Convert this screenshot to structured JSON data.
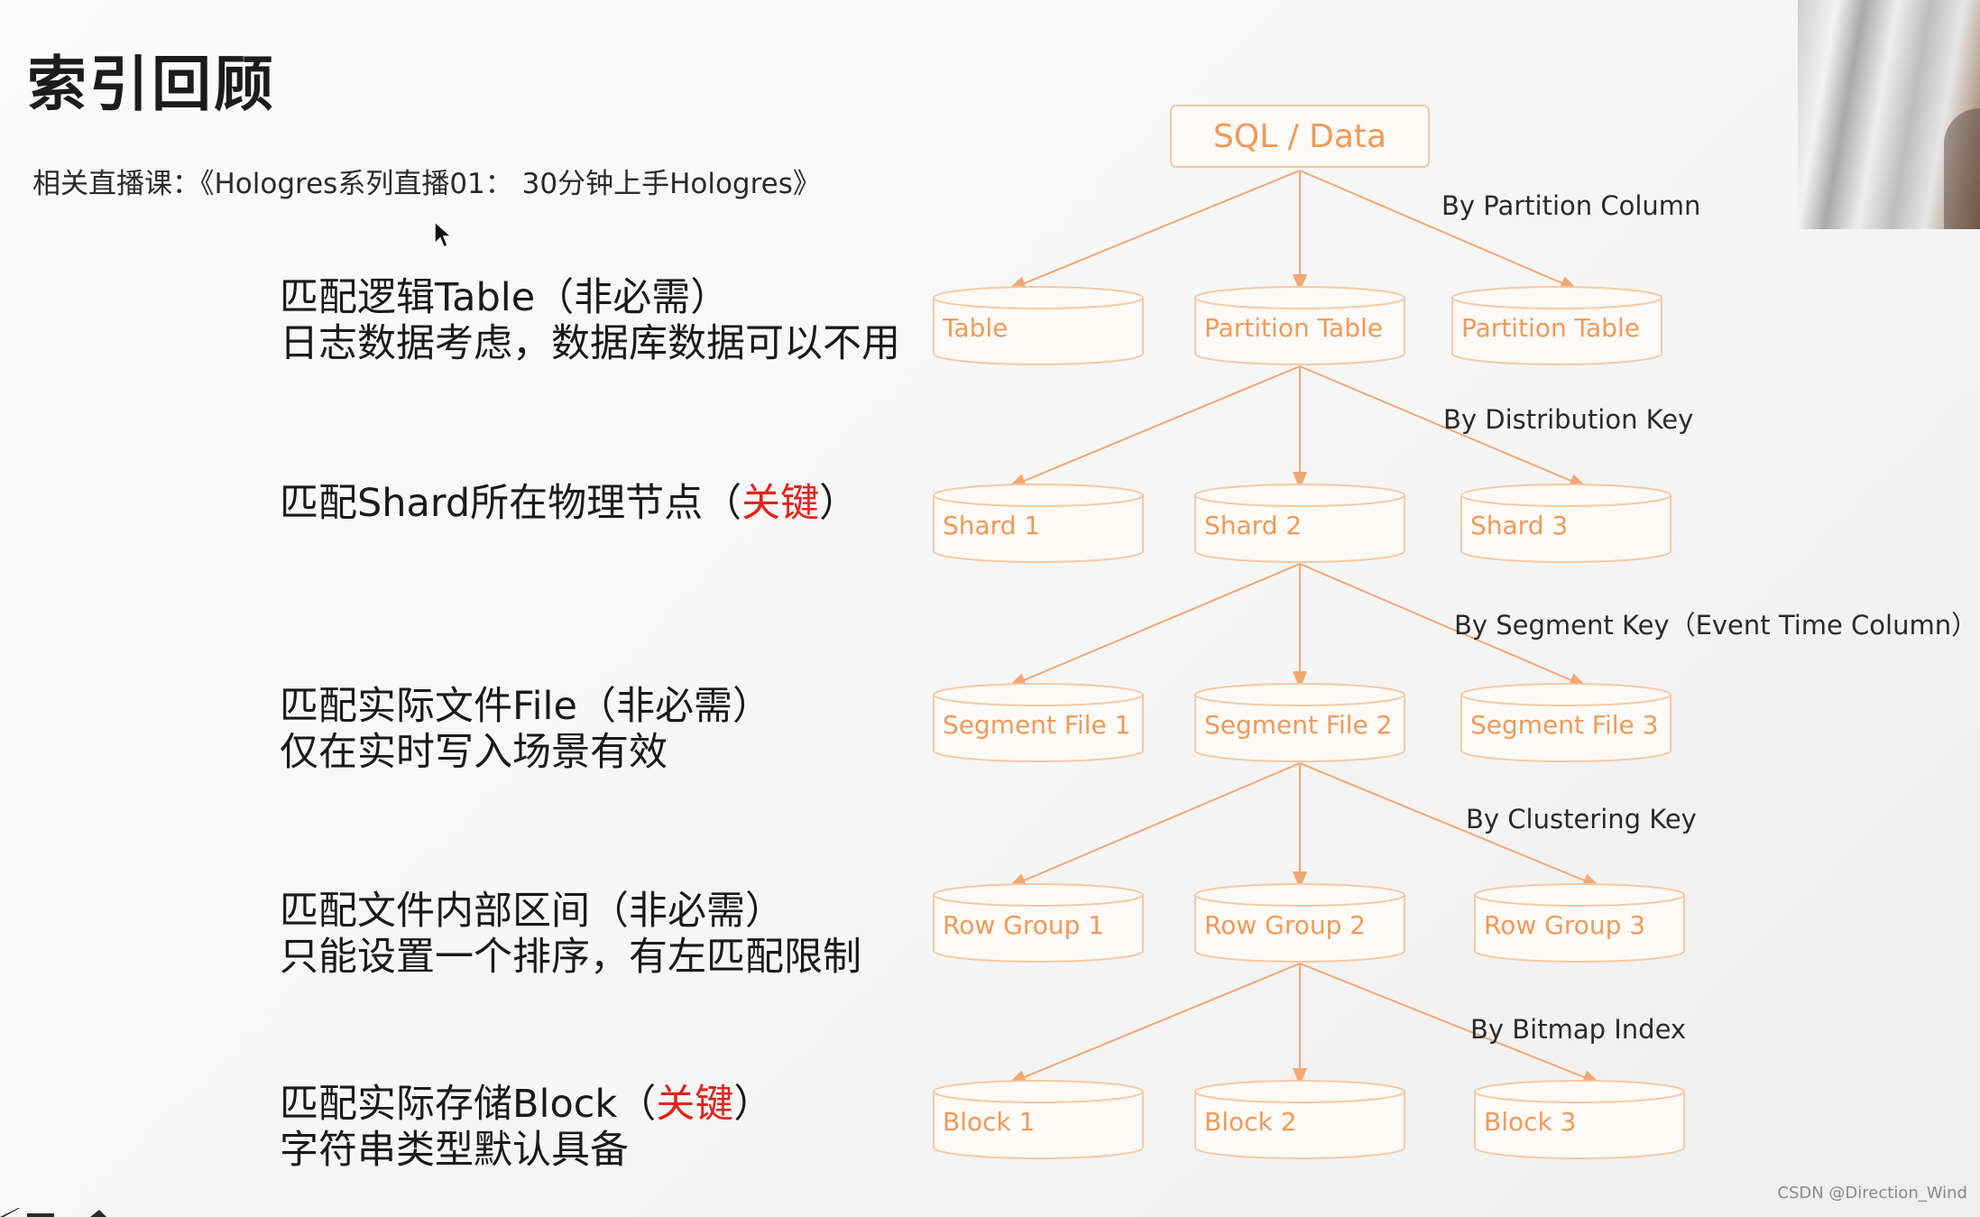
{
  "slide": {
    "title": "索引回顾",
    "subtitle": "相关直播课：《Hologres系列直播01： 30分钟上手Hologres》"
  },
  "descriptions": [
    {
      "lines": [
        "匹配逻辑Table（非必需）",
        "日志数据考虑，数据库数据可以不用"
      ]
    },
    {
      "parts": [
        "匹配Shard所在物理节点（",
        "关键",
        "）"
      ]
    },
    {
      "lines": [
        "匹配实际文件File（非必需）",
        "仅在实时写入场景有效"
      ]
    },
    {
      "lines": [
        "匹配文件内部区间（非必需）",
        "只能设置一个排序，有左匹配限制"
      ]
    },
    {
      "parts": [
        "匹配实际存储Block（",
        "关键",
        "）"
      ],
      "line2": "字符串类型默认具备"
    }
  ],
  "diagram": {
    "root": "SQL / Data",
    "level_labels": [
      "By Partition Column",
      "By Distribution Key",
      "By Segment Key（Event Time Column）",
      "By Clustering Key",
      "By Bitmap Index"
    ],
    "levels": [
      [
        "Table",
        "Partition Table",
        "Partition Table"
      ],
      [
        "Shard 1",
        "Shard 2",
        "Shard 3"
      ],
      [
        "Segment File 1",
        "Segment File 2",
        "Segment File 3"
      ],
      [
        "Row Group 1",
        "Row Group 2",
        "Row Group 3"
      ],
      [
        "Block 1",
        "Block 2",
        "Block 3"
      ]
    ],
    "colors": {
      "line": "#f2a774",
      "text": "#f09a5a",
      "node_border": "#f5c9a6",
      "accent": "#e2231a"
    }
  },
  "watermark": "CSDN @Direction_Wind"
}
